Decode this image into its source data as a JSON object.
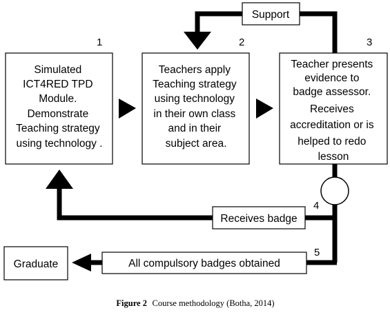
{
  "boxes": {
    "step1": {
      "number": "1",
      "lines": [
        "Simulated",
        "ICT4RED TPD",
        "Module.",
        "Demonstrate",
        "Teaching strategy",
        "using technology ."
      ]
    },
    "step2": {
      "number": "2",
      "lines": [
        "Teachers apply",
        "Teaching strategy",
        "using technology",
        "in their own class",
        "and in their",
        "subject area."
      ]
    },
    "step3": {
      "number": "3",
      "lines": [
        "Teacher presents",
        "evidence to",
        "badge assessor.",
        "Receives",
        "accreditation or is",
        "helped to redo",
        "lesson"
      ]
    }
  },
  "labels": {
    "support": "Support",
    "receives_badge": "Receives badge",
    "receives_badge_number": "4",
    "all_badges": "All compulsory badges obtained",
    "all_badges_number": "5",
    "graduate": "Graduate"
  },
  "caption": {
    "bold": "Figure 2",
    "text": " Course methodology (Botha, 2014)"
  }
}
